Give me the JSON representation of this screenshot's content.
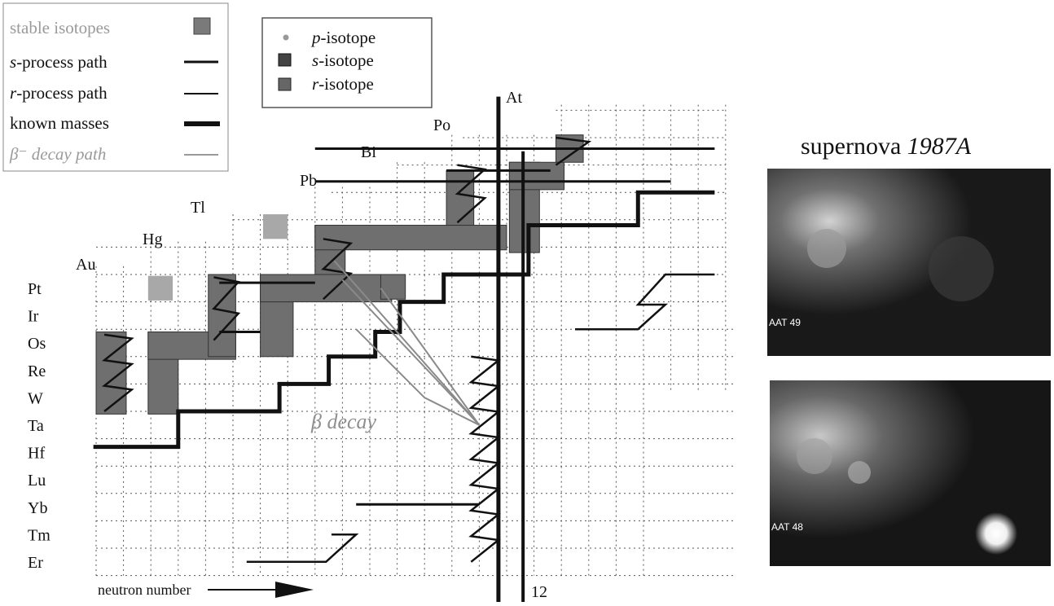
{
  "legend_left": {
    "stable": "stable isotopes",
    "s_path": "-process path",
    "s_prefix": "s",
    "r_path": "-process path",
    "r_prefix": "r",
    "known": "known masses",
    "beta": "β⁻ decay path"
  },
  "legend_right": {
    "p_prefix": "p",
    "p_label": "-isotope",
    "s_prefix": "s",
    "s_label": "-isotope",
    "r_prefix": "r",
    "r_label": "-isotope"
  },
  "elements_left": [
    "Pt",
    "Ir",
    "Os",
    "Re",
    "W",
    "Ta",
    "Hf",
    "Lu",
    "Yb",
    "Tm",
    "Er"
  ],
  "elements_top": {
    "au": "Au",
    "hg": "Hg",
    "tl": "Tl",
    "pb": "Pb",
    "bi": "Bi",
    "po": "Po",
    "at": "At"
  },
  "beta_decay_label": "β decay",
  "axis_label": "neutron number",
  "magic_number": "12",
  "supernova": {
    "title_prefix": "supernova ",
    "title_italic": "1987A",
    "photo1_label": "AAT 49",
    "photo2_label": "AAT 48"
  },
  "colors": {
    "isotope_fill": "#6f6f6f",
    "stable_fill": "#a8a8a8",
    "path": "#111111",
    "beta_path": "#8a8a8a",
    "grid": "#555555"
  }
}
